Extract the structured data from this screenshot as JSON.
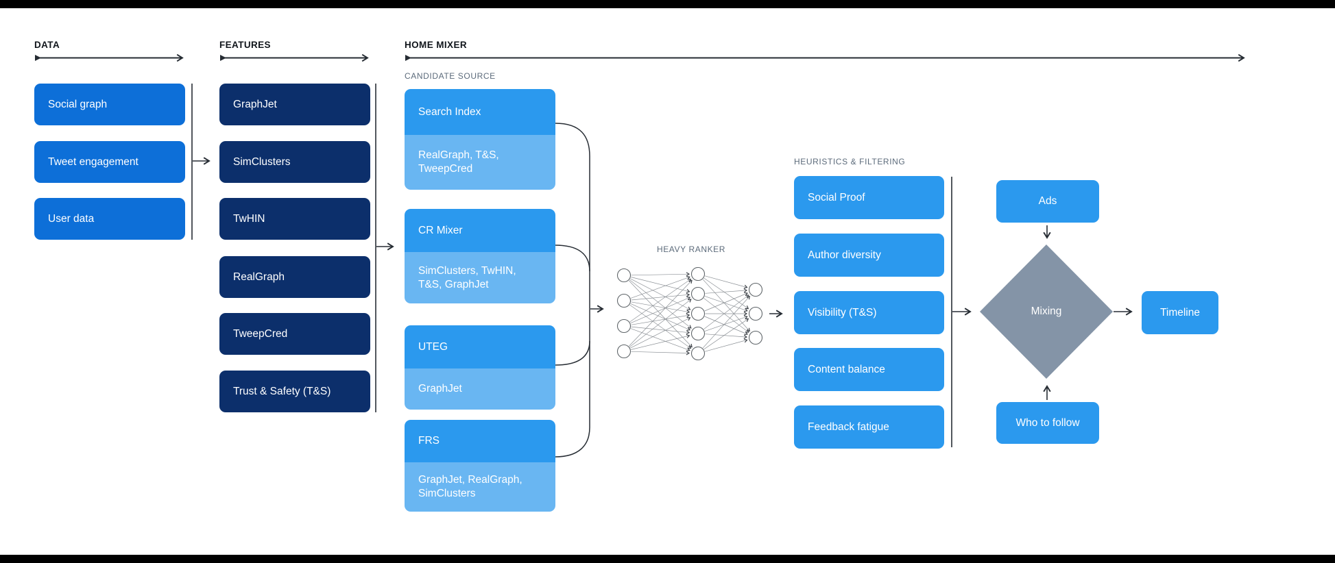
{
  "columns": {
    "data": {
      "header": "DATA",
      "items": [
        "Social graph",
        "Tweet engagement",
        "User data"
      ]
    },
    "features": {
      "header": "FEATURES",
      "items": [
        "GraphJet",
        "SimClusters",
        "TwHIN",
        "RealGraph",
        "TweepCred",
        "Trust & Safety (T&S)"
      ]
    },
    "home_mixer": {
      "header": "HOME MIXER"
    }
  },
  "candidate_source": {
    "section_label": "CANDIDATE SOURCE",
    "items": [
      {
        "title": "Search Index",
        "sources": [
          "RealGraph, T&S,",
          "TweepCred"
        ]
      },
      {
        "title": "CR Mixer",
        "sources": [
          "SimClusters, TwHIN,",
          "T&S, GraphJet"
        ]
      },
      {
        "title": "UTEG",
        "sources": [
          "GraphJet"
        ]
      },
      {
        "title": "FRS",
        "sources": [
          "GraphJet, RealGraph,",
          "SimClusters"
        ]
      }
    ]
  },
  "heavy_ranker": {
    "section_label": "HEAVY RANKER",
    "network_layers": [
      4,
      5,
      3
    ]
  },
  "heuristics": {
    "section_label": "HEURISTICS & FILTERING",
    "items": [
      "Social Proof",
      "Author diversity",
      "Visibility (T&S)",
      "Content balance",
      "Feedback fatigue"
    ]
  },
  "mixing": {
    "diamond_label": "Mixing",
    "input_top": "Ads",
    "input_bottom": "Who to follow"
  },
  "output": {
    "timeline": "Timeline"
  },
  "colors": {
    "deep_blue": "#0D6FD8",
    "navy": "#0C2F6B",
    "bright_blue": "#2B99EE",
    "light_blue": "#69B6F2",
    "diamond_gray": "#8494A7",
    "line": "#262C33",
    "accent_text": "#10151B",
    "muted_label": "#5B6A7A"
  }
}
